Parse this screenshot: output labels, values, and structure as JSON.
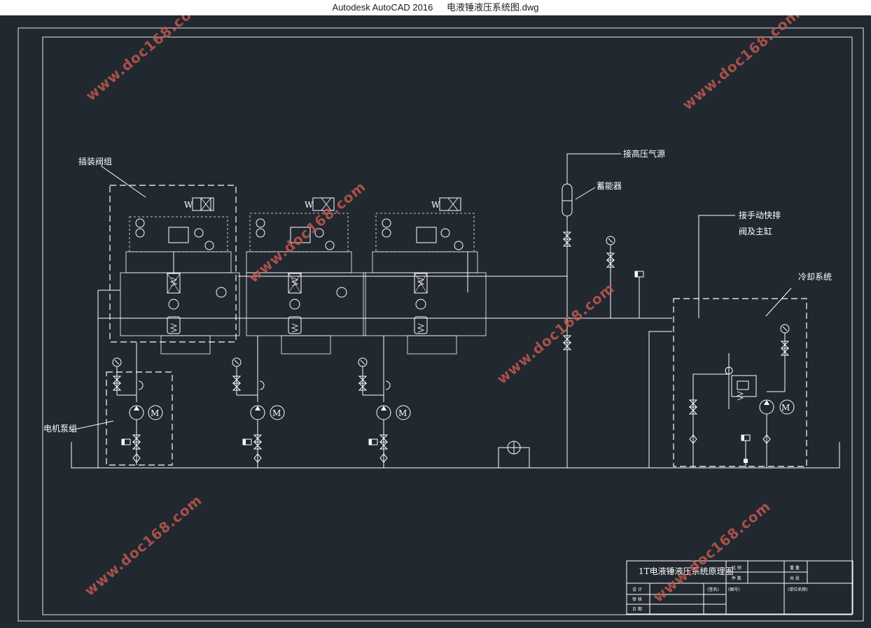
{
  "window": {
    "app_name": "Autodesk AutoCAD 2016",
    "file_name": "电液锤液压系统图.dwg"
  },
  "drawing": {
    "labels": {
      "valve_group": "插装阀组",
      "motor_pump_group": "电机泵组",
      "high_pressure_air": "接高压气源",
      "accumulator": "蓄能器",
      "manual_valve_line1": "接手动快排",
      "manual_valve_line2": "阀及主缸",
      "cooling_system": "冷却系统"
    },
    "motor_symbol": "M",
    "spring_mark": "W",
    "title_block": {
      "title": "1T电液锤液压系统原理图",
      "cells": [
        "比 例",
        "件 数",
        "重 量",
        "共 张",
        "设 计",
        "审 核",
        "日 期",
        "(签名)",
        "(图号)",
        "(单位名称)"
      ]
    }
  },
  "watermark": {
    "text": "www.doc168.com",
    "color": "#c0584e"
  }
}
